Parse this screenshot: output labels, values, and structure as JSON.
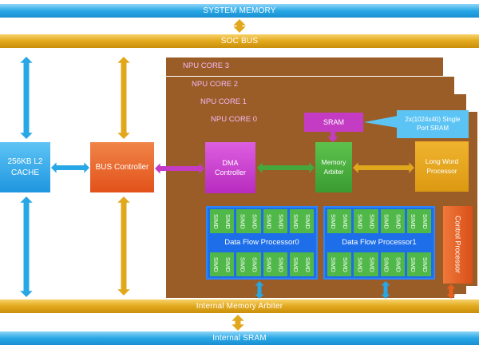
{
  "buses": {
    "system_memory": "SYSTEM MEMORY",
    "soc_bus": "SOC BUS",
    "internal_memory_arbiter": "Internal Memory Arbiter",
    "internal_sram": "Internal SRAM"
  },
  "blocks": {
    "l2_cache": "256KB L2 CACHE",
    "bus_controller": "BUS Controller",
    "dma_controller": "DMA Controller",
    "sram": "SRAM",
    "sram_callout": "2x(1024x40) Single Port SRAM",
    "memory_arbiter": "Memory Arbiter",
    "long_word_processor": "Long Word Processor",
    "control_processor": "Control Processor"
  },
  "cores": [
    "NPU CORE 3",
    "NPU CORE 2",
    "NPU CORE 1",
    "NPU CORE 0"
  ],
  "data_flow_processors": [
    "Data Flow Processor0",
    "Data Flow Processor1"
  ],
  "simd_label": "SIMD",
  "colors": {
    "blue": "#28a7e6",
    "gold": "#e2a81c",
    "brown": "#9a5d28",
    "magenta": "#c43cc4",
    "green": "#44a83c",
    "orange": "#e8601c",
    "dfp_blue": "#1d6ee8"
  }
}
